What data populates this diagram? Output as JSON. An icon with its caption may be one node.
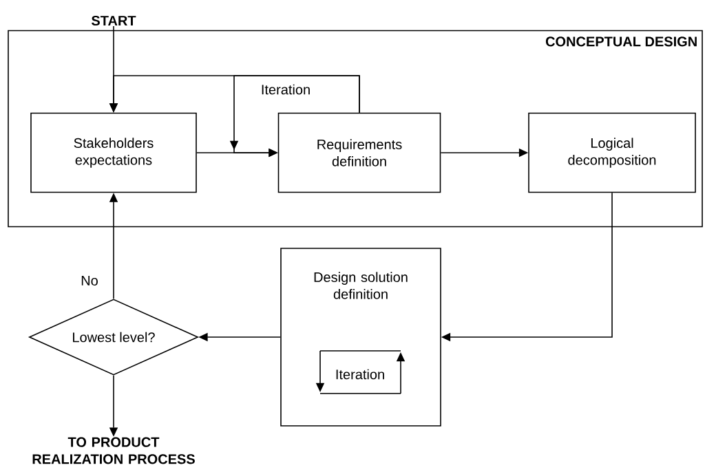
{
  "diagram": {
    "nodes": [
      {
        "text": [
          "START"
        ]
      },
      {
        "text": [
          "CONCEPTUAL DESIGN"
        ]
      },
      {
        "text": [
          "Stakeholders expectations"
        ],
        "in": 1
      },
      {
        "text": [
          "Requirements definition"
        ],
        "in": 1
      },
      {
        "text": [
          "Logical decomposition"
        ],
        "in": 1
      },
      {
        "text": [
          "Design solution definition",
          "Iteration"
        ]
      },
      {
        "text": [
          "Lowest level?"
        ]
      },
      {
        "text": [
          "TO PRODUCT REALIZATION PROCESS"
        ]
      }
    ],
    "edges": [
      {
        "from": 0,
        "to": 2,
        "arrow": "to"
      },
      {
        "from": 2,
        "to": 3,
        "arrow": "to"
      },
      {
        "from": 3,
        "to": 2,
        "arrow": "to",
        "label": "Iteration"
      },
      {
        "from": 3,
        "to": 3,
        "arrow": "to"
      },
      {
        "from": 3,
        "to": 4,
        "arrow": "to"
      },
      {
        "from": 4,
        "to": 5,
        "arrow": "to"
      },
      {
        "from": 5,
        "to": 6,
        "arrow": "to"
      },
      {
        "from": 6,
        "to": 2,
        "arrow": "to",
        "label": "No"
      },
      {
        "from": 6,
        "to": 7,
        "arrow": "to"
      }
    ]
  }
}
